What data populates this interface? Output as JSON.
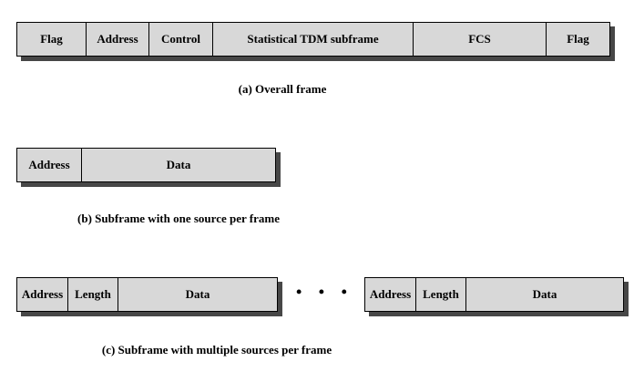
{
  "colors": {
    "box_fill": "#d8d8d8",
    "box_border": "#000000",
    "shadow": "#474747",
    "background": "#ffffff",
    "text": "#000000"
  },
  "frames": {
    "overall": {
      "cells": [
        "Flag",
        "Address",
        "Control",
        "Statistical TDM subframe",
        "FCS",
        "Flag"
      ],
      "caption": "(a) Overall frame"
    },
    "single_source": {
      "cells": [
        "Address",
        "Data"
      ],
      "caption": "(b) Subframe with one source per frame"
    },
    "multi_source": {
      "group1": [
        "Address",
        "Length",
        "Data"
      ],
      "ellipsis": "• • •",
      "group2": [
        "Address",
        "Length",
        "Data"
      ],
      "caption": "(c) Subframe with multiple sources per frame"
    }
  }
}
